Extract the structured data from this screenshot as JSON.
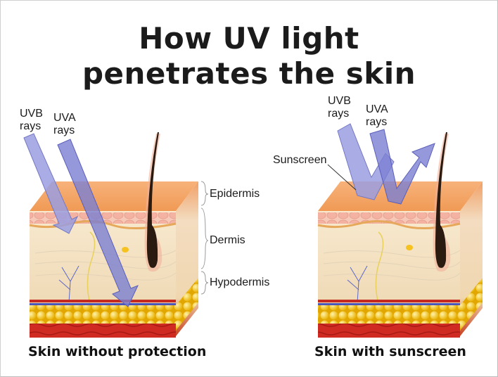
{
  "title": {
    "line1": "How UV light",
    "line2": "penetrates the skin"
  },
  "left_panel": {
    "uvb_label_line1": "UVB",
    "uvb_label_line2": "rays",
    "uva_label_line1": "UVA",
    "uva_label_line2": "rays",
    "caption": "Skin without protection"
  },
  "right_panel": {
    "uvb_label_line1": "UVB",
    "uvb_label_line2": "rays",
    "uva_label_line1": "UVA",
    "uva_label_line2": "rays",
    "sunscreen_label": "Sunscreen",
    "caption": "Skin with sunscreen"
  },
  "layers": {
    "epidermis": "Epidermis",
    "dermis": "Dermis",
    "hypodermis": "Hypodermis"
  },
  "colors": {
    "epidermis": "#f4a86a",
    "dermis": "#f6e3c4",
    "fat": "#f5c21f",
    "muscle": "#d02a24",
    "uvb_arrow": "#9a9ee0",
    "uva_arrow": "#7b7fd2",
    "hair": "#2a1a10"
  }
}
